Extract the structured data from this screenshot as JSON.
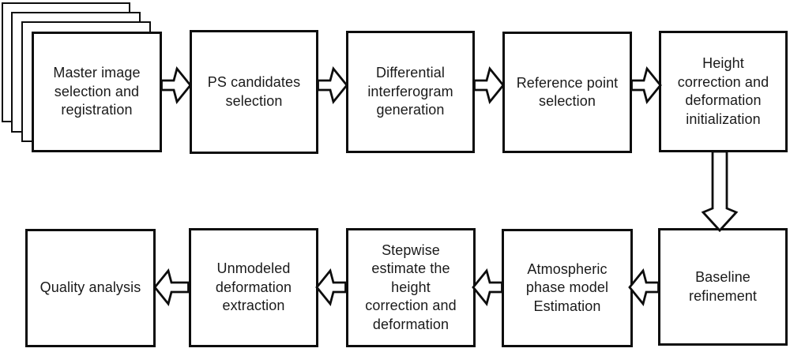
{
  "diagram": {
    "type": "flowchart",
    "colors": {
      "background": "#ffffff",
      "box_fill": "#ffffff",
      "box_border": "#0d0d0d",
      "text": "#1a1a1a",
      "arrow_fill": "#ffffff",
      "arrow_outline": "#0d0d0d"
    },
    "stack": {
      "behind_box": "master-image",
      "page_count": 3
    },
    "boxes": [
      {
        "id": "master-image",
        "label": "Master image\nselection and\nregistration"
      },
      {
        "id": "ps-candidates",
        "label": "PS candidates\nselection"
      },
      {
        "id": "diff-interferogram",
        "label": "Differential\ninterferogram\ngeneration"
      },
      {
        "id": "reference-point",
        "label": "Reference point\nselection"
      },
      {
        "id": "height-init",
        "label": "Height\ncorrection and\ndeformation\ninitialization"
      },
      {
        "id": "baseline",
        "label": "Baseline\nrefinement"
      },
      {
        "id": "atmospheric",
        "label": "Atmospheric\nphase model\nEstimation"
      },
      {
        "id": "stepwise",
        "label": "Stepwise\nestimate the\nheight\ncorrection and\ndeformation"
      },
      {
        "id": "unmodeled",
        "label": "Unmodeled\ndeformation\nextraction"
      },
      {
        "id": "quality",
        "label": "Quality analysis"
      }
    ],
    "connections": [
      {
        "from": "master-image",
        "to": "ps-candidates",
        "direction": "right"
      },
      {
        "from": "ps-candidates",
        "to": "diff-interferogram",
        "direction": "right"
      },
      {
        "from": "diff-interferogram",
        "to": "reference-point",
        "direction": "right"
      },
      {
        "from": "reference-point",
        "to": "height-init",
        "direction": "right"
      },
      {
        "from": "height-init",
        "to": "baseline",
        "direction": "down"
      },
      {
        "from": "baseline",
        "to": "atmospheric",
        "direction": "left"
      },
      {
        "from": "atmospheric",
        "to": "stepwise",
        "direction": "left"
      },
      {
        "from": "stepwise",
        "to": "unmodeled",
        "direction": "left"
      },
      {
        "from": "unmodeled",
        "to": "quality",
        "direction": "left"
      }
    ]
  }
}
